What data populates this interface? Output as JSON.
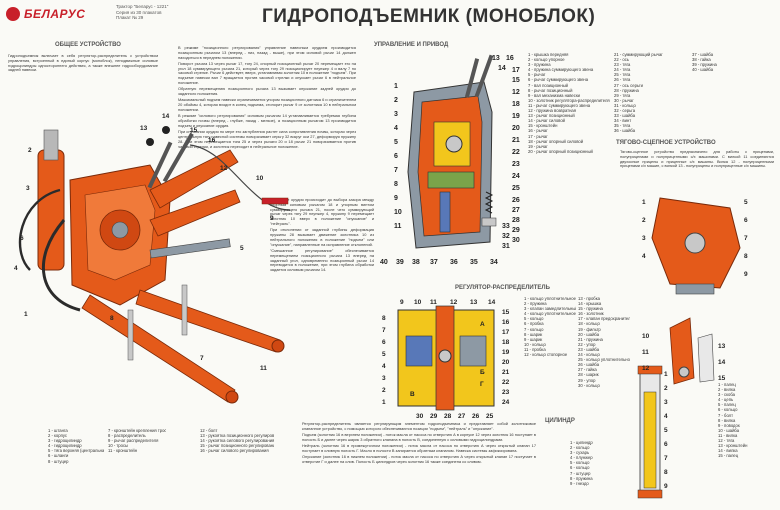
{
  "brand": "БЕЛАРУС",
  "meta_lines": [
    "Трактор \"Беларус - 1221\"",
    "Серия из 30 плакатов",
    "Плакат № 29"
  ],
  "title": "ГИДРОПОДЪЕМНИК (МОНОБЛОК)",
  "sections": {
    "general": "ОБЩЕЕ УСТРОЙСТВО",
    "control": "УПРАВЛЕНИЕ И ПРИВОД",
    "regulator": "РЕГУЛЯТОР-РАСПРЕДЕЛИТЕЛЬ",
    "hitch": "ТЯГОВО-СЦЕПНОЕ УСТРОЙСТВО",
    "cylinder": "ЦИЛИНДР"
  },
  "general_text": "Гидроподъемник включает в себя регулятор-распределитель с устройством управления, встроенный в единый корпус (моноблок), неподвижные силовые гидроцилиндры одностороннего действия, а также внешнее гидрооборудование задней навески.",
  "column_text": [
    "В режиме \"позиционного регулирования\" управление навесным орудием производится позиционным рычагом 13 (вперед - низ, назад - выше), при этом силовой рычаг 14 должен находиться в переднем положении.",
    "Поворот рычага 13 через рычаг 17, тягу 24, опорный позиционный рычаг 20 перемещает его на угол 18 суммирующего рычага 21, который через тягу 29 позиционирует плунжер 4 и валу 7 по часовой стрелке. Рычаг 6 действует, вверх, устанавливая золотник 10 в положение \"подъем\". При подъеме навески вал 7 вращается против часовой стрелки и опускает рычаг 6 в нейтральное положение.",
    "Обратную перемещению позиционного рычага 13 вызывает опускание задней орудия до заданного положения.",
    "Максимальный подъем навески ограничивается упором позиционного датчика 6 и ограничителем 20 обоймы 4, которая входит в конец подъема, стопорит рычаг 9 от золотника 10 в нейтральном положении.",
    "В режиме \"силового регулирования\" силовым рычагом 14 устанавливается требуемая глубина обработки почвы (вперед - глубже, назад - мельче), а позиционным рычагом 13 производится подъем и опускание орудия.",
    "При опускании орудия по мере его заглубления растет сила сопротивления почвы, которая через центральную тягу навесной системы поворачивает серьгу 32 вокруг оси 27, деформируя пружину 28. При этом перемещается тяга 25 и через рычаги 20 и 18 рычаг 21 поворачивается против часовой стрелки, и золотник переходит в нейтральное положение.",
    "Опускание орудия происходит до выбора зазора между опорным силовым рычагом 18 и упорным винтом суммирующего рычага 21, после чего суммирующий рычаг через тягу 29 плунжер 4, пружину 9 перемещает золотник 10 вверх в положение \"опускание\" и \"нейтраль\".",
    "При отклонении от заданной глубины деформация пружины 28 вызывает движение золотника 10 из нейтрального положения в положение \"подъем\" или \"опускание\", направленные на исправление отклонений.",
    "\"Смешанное регулирование\" обеспечивается перемещением позиционного рычага 13 вперед на заданный угол, одновременно позиционный рычаг 14 переводится в положение, при этом глубина обработки задается силовым рычагом 14."
  ],
  "control_legend_1": [
    "1 - крышка передняя",
    "2 - кольцо упорное",
    "3 - пружина",
    "4 - пружина суммирующего звена",
    "5 - рычаг",
    "6 - рычаг суммирующего звена",
    "7 - вал позиционный",
    "8 - рычаг позиционный",
    "9 - вал механизма навески",
    "10 - золотник регулятора-распределителя",
    "11 - рычаг суммирующего звена",
    "12 - пружина возвратная",
    "13 - рычаг позиционный",
    "14 - рычаг силовой",
    "15 - кронштейн",
    "16 - рычаг",
    "17 - рычаг",
    "18 - рычаг опорный силовой",
    "19 - рычаг",
    "20 - рычаг опорный позиционный"
  ],
  "control_legend_2": [
    "21 - суммирующий рычаг",
    "22 - ось",
    "23 - тяга",
    "24 - тяга",
    "25 - тяга",
    "26 - тяга",
    "27 - ось серьги",
    "28 - пружина",
    "29 - тяга",
    "30 - рычаг",
    "31 - кольцо",
    "32 - серьга",
    "33 - шайба",
    "34 - винт",
    "35 - тяга",
    "36 - шайба",
    "37 - шайба",
    "38 - гайка",
    "39 - пружина",
    "40 - шайба"
  ],
  "hitch_text": "Тягово-сцепное устройство предназначено для работы с прицепами, полуприцепами и полуприцепными с/х машинами. С вилкой 11 соединяются двухосные прицепы и прицепные с/х машины. Вилка 12 - полуприцепными прицепами с/х машин, с вилкой 13 - полуприцепы и полуприцепные с/х машины.",
  "general_legend_1": [
    "1 - штанга",
    "2 - корпус",
    "3 - гидроцилиндр",
    "4 - гидроцилиндр",
    "5 - тяга верхняя (центральная)",
    "6 - шланги",
    "8 - штуцер"
  ],
  "general_legend_2": [
    "7 - кронштейн крепления тросов",
    "8 - распределитель",
    "9 - рычаг распределителя",
    "10 - тросы",
    "11 - кронштейн"
  ],
  "general_legend_3": [
    "12 - болт",
    "13 - рукоятка позиционного регулирования",
    "14 - рукоятка силового регулирования",
    "15 - рычаг позиционного регулирования",
    "16 - рычаг силового регулирования"
  ],
  "regulator_legend_1": [
    "1 - кольцо уплотнительное",
    "2 - пружина",
    "3 - клапан замедлительный",
    "4 - кольцо уплотнительное",
    "5 - кольцо",
    "6 - пробка",
    "7 - кольцо",
    "8 - шарик",
    "9 - шарик",
    "10 - кольцо",
    "11 - пробка",
    "12 - кольцо стопорное"
  ],
  "regulator_legend_2": [
    "13 - пробка",
    "14 - крышка",
    "15 - пружина",
    "16 - золотник",
    "17 - клапан предохранительный",
    "18 - кольцо",
    "19 - фильтр",
    "20 - шайба",
    "21 - пружина",
    "22 - упор",
    "23 - шайба",
    "24 - кольцо",
    "25 - кольцо уплотнительное",
    "26 - шайба",
    "27 - гайка",
    "28 - шарик",
    "29 - упор",
    "30 - кольцо"
  ],
  "regulator_text": [
    "Регулятор-распределитель является регулирующим элементом гидроподъемника и представляет собой золотниковое клапанное устройство, с помощью которого обеспечиваются позиции \"подъем\", \"нейтраль\" и \"опускание\".",
    "Подъем (золотник 16 в верхнем положении) - поток масла от насоса по отверстию А в корпусе 12 через золотник 16 поступает в полость Б и далее через шарик 3 обратного клапана в полость В, соединенную с силовыми гидроцилиндрами.",
    "Нейтраль (золотник 16 в промежуточном положении) - поток масла от насоса по отверстию А через открытый клапан 17 поступает в сливную полость Г. Масло в полости В запирается обратным клапаном. Навеска системы зафиксирована.",
    "Опускание (золотник 16 в нижнем положении) - поток масла от насоса по отверстию А через открытый клапан 17 поступает в отверстие Г и далее на слив. Полость Б цилиндров через золотник 16 также соединена со сливом."
  ],
  "cylinder_legend": [
    "1 - цилиндр",
    "2 - кольцо",
    "3 - сухарь",
    "4 - плунжер",
    "5 - кольцо",
    "6 - кольцо",
    "7 - штуцер",
    "8 - пружина",
    "9 - гнездо"
  ],
  "hitch_legend": [
    "1 - палец",
    "2 - вилка",
    "3 - скоба",
    "4 - цепь",
    "5 - палец",
    "6 - кольцо",
    "7 - болт",
    "8 - вилка",
    "9 - поводок",
    "10 - шайба",
    "11 - вилка",
    "12 - тяга",
    "13 - кронштейн",
    "14 - вилка",
    "15 - палец"
  ],
  "callouts_control_top": [
    "13",
    "16",
    "17",
    "14",
    "15",
    "12",
    "18",
    "19",
    "20",
    "21",
    "22",
    "23",
    "24",
    "25",
    "26",
    "27",
    "28",
    "29",
    "30",
    "31",
    "32",
    "33"
  ],
  "callouts_control_left": [
    "1",
    "2",
    "3",
    "4",
    "5",
    "6",
    "7",
    "8",
    "9",
    "10",
    "11"
  ],
  "callouts_control_bottom": [
    "40",
    "39",
    "38",
    "37",
    "36",
    "35",
    "34"
  ],
  "callouts_reg_top": [
    "9",
    "10",
    "11",
    "12",
    "13",
    "14"
  ],
  "callouts_reg_left": [
    "8",
    "7",
    "6",
    "5",
    "4",
    "3",
    "2",
    "1"
  ],
  "callouts_reg_right": [
    "15",
    "16",
    "17",
    "18",
    "19",
    "20",
    "21",
    "22",
    "23",
    "24"
  ],
  "callouts_reg_bottom": [
    "30",
    "29",
    "28",
    "27",
    "26",
    "25"
  ],
  "callouts_reg_ports": [
    "А",
    "Б",
    "Г",
    "В"
  ],
  "callouts_cyl": [
    "1",
    "2",
    "3",
    "4",
    "5",
    "6",
    "7",
    "8",
    "9"
  ],
  "callouts_hitch": [
    "1",
    "2",
    "3",
    "4",
    "5",
    "6",
    "7",
    "8",
    "9",
    "10",
    "11",
    "12",
    "13",
    "14",
    "15"
  ],
  "callouts_general": [
    "1",
    "2",
    "3",
    "4",
    "5",
    "6",
    "7",
    "8",
    "9",
    "10",
    "11",
    "12",
    "13",
    "14",
    "15",
    "16"
  ],
  "colors": {
    "accent": "#c8202a",
    "orange": "#e45a1a",
    "yellow": "#f2c61c",
    "steel": "#8d99a4",
    "green": "#7aa34a",
    "blue": "#5878b8"
  }
}
